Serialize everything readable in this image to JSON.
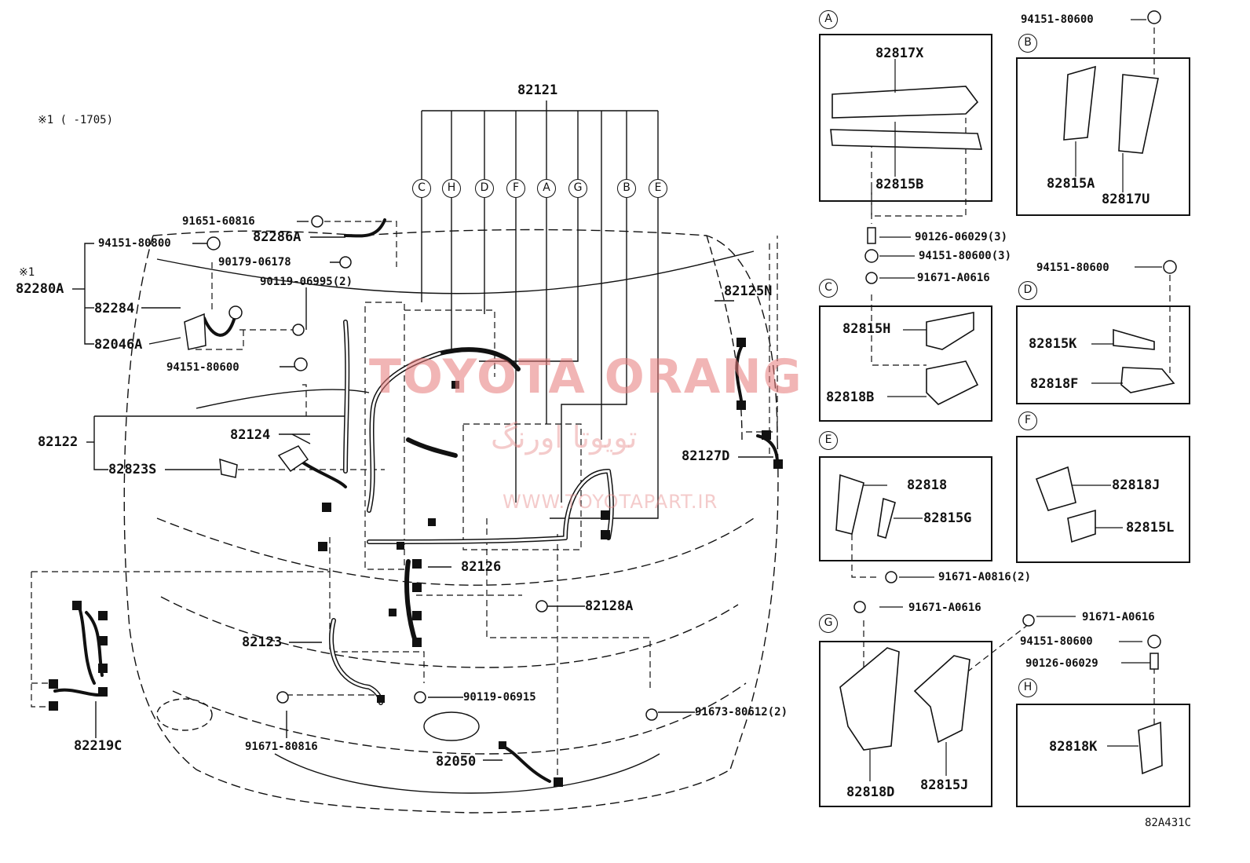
{
  "note": "※1 (      -1705)",
  "note_marker": "※1",
  "diagram_code": "82A431C",
  "watermark": {
    "brand": "TOYOTA ORANG",
    "persian": "تویوتا اورنگ",
    "site": "WWW.TOYOTAPART.IR"
  },
  "main_labels": {
    "p82121": "82121",
    "p91651_60816": "91651-60816",
    "p82286A": "82286A",
    "p94151_80800": "94151-80800",
    "p90179_06178": "90179-06178",
    "p90119_06995": "90119-06995(2)",
    "p82280A": "82280A",
    "p82284": "82284",
    "p82046A": "82046A",
    "p94151_80600": "94151-80600",
    "p82122": "82122",
    "p82124": "82124",
    "p82823S": "82823S",
    "p82125N": "82125N",
    "p82127D": "82127D",
    "p82126": "82126",
    "p82128A": "82128A",
    "p82123": "82123",
    "p82219C": "82219C",
    "p90119_06915": "90119-06915",
    "p91673_80612": "91673-80612(2)",
    "p91671_80816": "91671-80816",
    "p82050": "82050"
  },
  "callout_letters": [
    "C",
    "H",
    "D",
    "F",
    "A",
    "G",
    "B",
    "E"
  ],
  "detail_panels": {
    "A": {
      "letter": "A",
      "parts": [
        "82817X",
        "82815B"
      ]
    },
    "B": {
      "letter": "B",
      "parts": [
        "94151-80600",
        "82815A",
        "82817U"
      ]
    },
    "C": {
      "letter": "C",
      "parts": [
        "82815H",
        "82818B"
      ]
    },
    "D": {
      "letter": "D",
      "parts": [
        "94151-80600",
        "82815K",
        "82818F"
      ]
    },
    "E": {
      "letter": "E",
      "parts": [
        "82818",
        "82815G",
        "91671-A0816(2)"
      ]
    },
    "F": {
      "letter": "F",
      "parts": [
        "82818J",
        "82815L"
      ]
    },
    "G": {
      "letter": "G",
      "parts": [
        "91671-A0616",
        "82818D",
        "82815J"
      ]
    },
    "H": {
      "letter": "H",
      "parts": [
        "91671-A0616",
        "94151-80600",
        "90126-06029",
        "82818K"
      ]
    }
  },
  "between_panels": {
    "p90126_06029_3": "90126-06029(3)",
    "p94151_80600_3": "94151-80600(3)",
    "p91671_A0616": "91671-A0616"
  }
}
